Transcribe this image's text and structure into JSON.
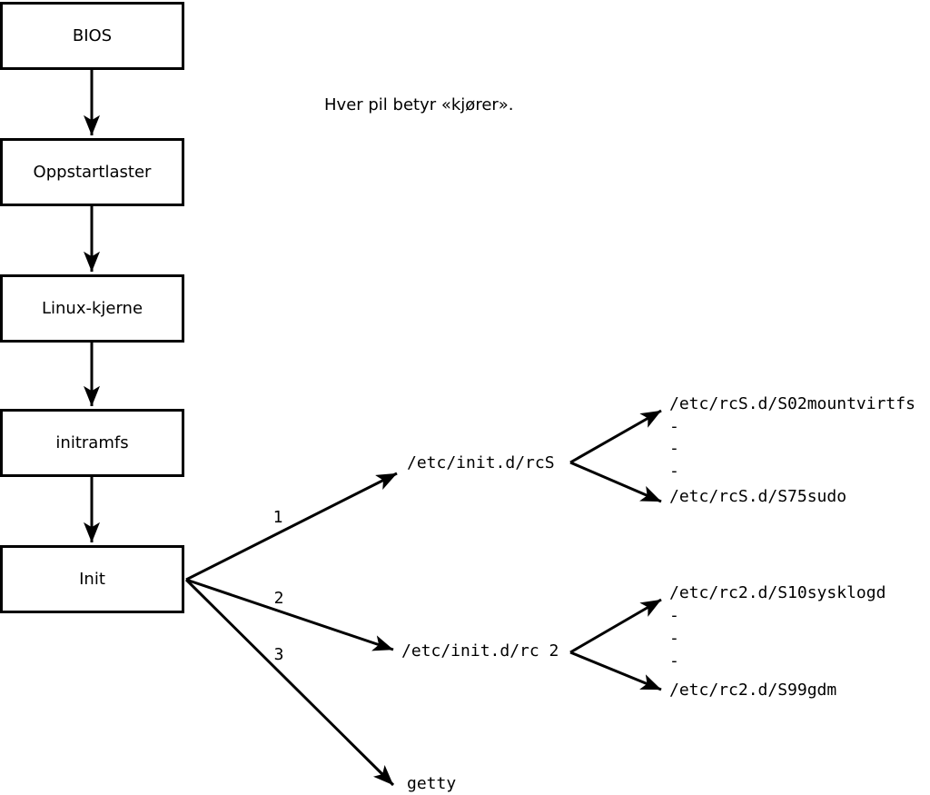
{
  "note": "Hver pil betyr «kjører».",
  "flow_boxes": [
    {
      "label": "BIOS"
    },
    {
      "label": "Oppstartlaster"
    },
    {
      "label": "Linux-kjerne"
    },
    {
      "label": "initramfs"
    },
    {
      "label": "Init"
    }
  ],
  "arrow_labels": [
    "1",
    "2",
    "3"
  ],
  "runlevels": [
    {
      "script": "/etc/init.d/rcS",
      "first": "/etc/rcS.d/S02mountvirtfs",
      "ellipsis": [
        "-",
        "-",
        "-"
      ],
      "last": "/etc/rcS.d/S75sudo"
    },
    {
      "script": "/etc/init.d/rc 2",
      "first": "/etc/rc2.d/S10sysklogd",
      "ellipsis": [
        "-",
        "-",
        "-"
      ],
      "last": "/etc/rc2.d/S99gdm"
    }
  ],
  "terminal": "getty",
  "colors": {
    "line": "#000000",
    "background": "#ffffff",
    "box_fill": "#ffffff"
  }
}
